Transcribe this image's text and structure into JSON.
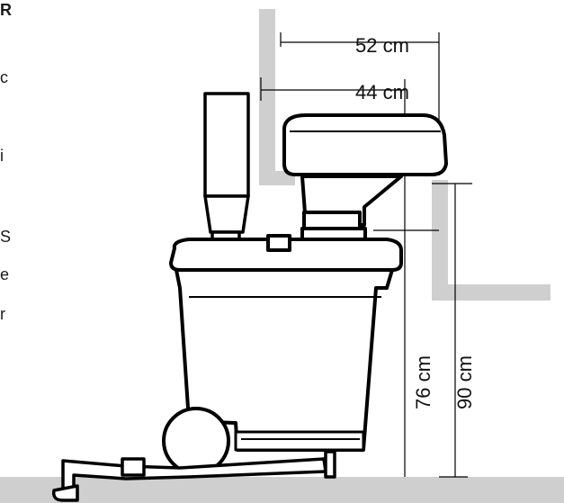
{
  "left_text_fragments": [
    "R",
    "c",
    "i",
    "S",
    "e",
    "r"
  ],
  "dimensions": {
    "seat_upper": "52 cm",
    "seat_lower": "44 cm",
    "height_lower": "76 cm",
    "height_upper": "90 cm"
  },
  "colors": {
    "wall": "#cfcfcf",
    "line": "#000000",
    "background": "#ffffff"
  }
}
